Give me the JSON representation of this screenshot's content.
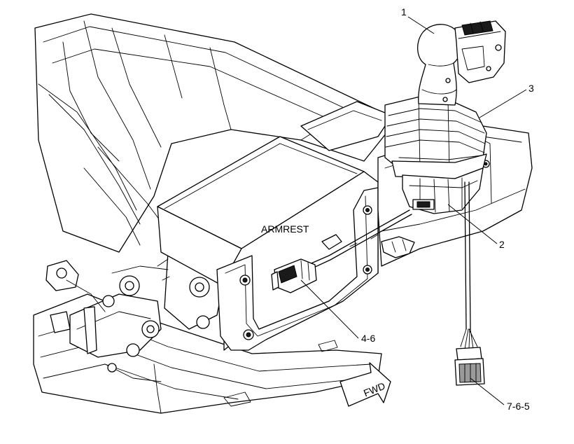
{
  "callouts": {
    "c1": "1",
    "c2": "2",
    "c3": "3",
    "c4": "4-6",
    "c5": "7-6-5"
  },
  "armrest_label": "ARMREST",
  "fwd_label": "FWD"
}
